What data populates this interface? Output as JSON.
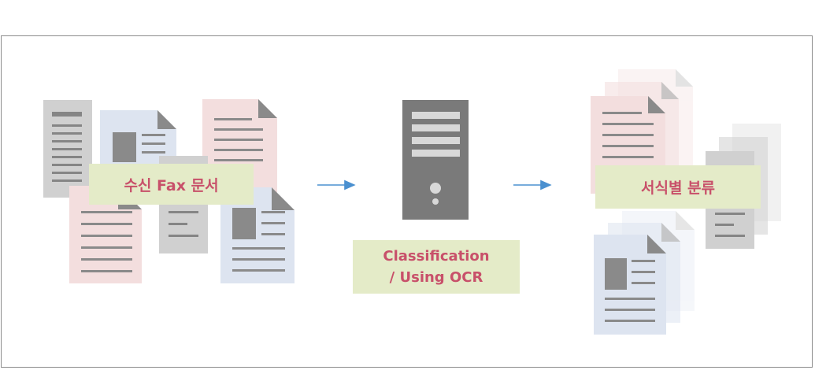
{
  "colors": {
    "frame": "#8c8c8c",
    "label_bg": "#e4ebc8",
    "label_text": "#c8506a",
    "arrow": "#4a90d0",
    "doc_gray": "#d0d0d0",
    "doc_pink": "#f3dede",
    "doc_blue": "#dde4f0",
    "server": "#7a7a7a"
  },
  "labels": {
    "incoming": "수신 Fax 문서",
    "classification_line1": "Classification",
    "classification_line2": "/ Using OCR",
    "sorted": "서식별 분류"
  },
  "icons": {
    "arrow1": "arrow-right-icon",
    "arrow2": "arrow-right-icon",
    "server": "server-icon",
    "document": "document-icon"
  }
}
